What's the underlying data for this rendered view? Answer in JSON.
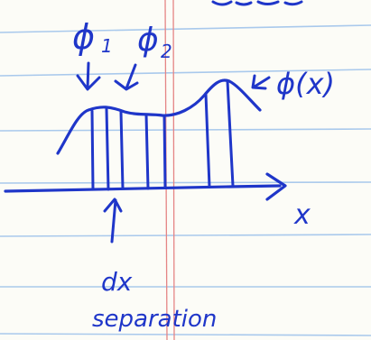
{
  "labels": {
    "phi1_symbol": "ϕ",
    "phi1_sub": "1",
    "phi2_symbol": "ϕ",
    "phi2_sub": "2",
    "field": "ϕ(x)",
    "axis": "x",
    "dx": "dx",
    "separation": "separation"
  },
  "colors": {
    "ink": "#1f36c9",
    "paper": "#fcfcf7",
    "rule": "#a9c9ec",
    "margin": "#e58585"
  }
}
